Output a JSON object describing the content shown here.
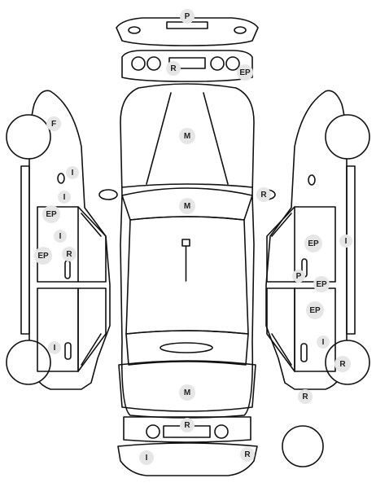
{
  "colors": {
    "line": "#111111",
    "badge_fill": "#e6e6e6",
    "badge_text": "#222222",
    "background": "#ffffff"
  },
  "markers": [
    {
      "id": "rear-bumper-top",
      "code": "P"
    },
    {
      "id": "rear-lights",
      "code": "R"
    },
    {
      "id": "rear-right-light",
      "code": "EP"
    },
    {
      "id": "left-front-fender",
      "code": "F"
    },
    {
      "id": "left-front-door-handle",
      "code": "I"
    },
    {
      "id": "left-front-door-upper",
      "code": "I"
    },
    {
      "id": "left-front-door-panel",
      "code": "EP"
    },
    {
      "id": "left-front-door-lower",
      "code": "I"
    },
    {
      "id": "left-rocker",
      "code": "EP"
    },
    {
      "id": "left-front-door-pocket",
      "code": "R"
    },
    {
      "id": "left-rear-wheel-area",
      "code": "I"
    },
    {
      "id": "trunk-lid",
      "code": "M"
    },
    {
      "id": "rear-windshield",
      "code": "M"
    },
    {
      "id": "right-mirror",
      "code": "R"
    },
    {
      "id": "hood",
      "code": "M"
    },
    {
      "id": "front-bumper-grille",
      "code": "R"
    },
    {
      "id": "front-bumper-left",
      "code": "I"
    },
    {
      "id": "front-bumper-right",
      "code": "R"
    },
    {
      "id": "right-side-panel",
      "code": "I"
    },
    {
      "id": "right-rear-door",
      "code": "EP"
    },
    {
      "id": "right-door-handle",
      "code": "P"
    },
    {
      "id": "right-door-edge",
      "code": "EP"
    },
    {
      "id": "right-front-door",
      "code": "EP"
    },
    {
      "id": "right-front-lower",
      "code": "I"
    },
    {
      "id": "right-front-wheel",
      "code": "R"
    },
    {
      "id": "right-front-fender",
      "code": "R"
    }
  ]
}
